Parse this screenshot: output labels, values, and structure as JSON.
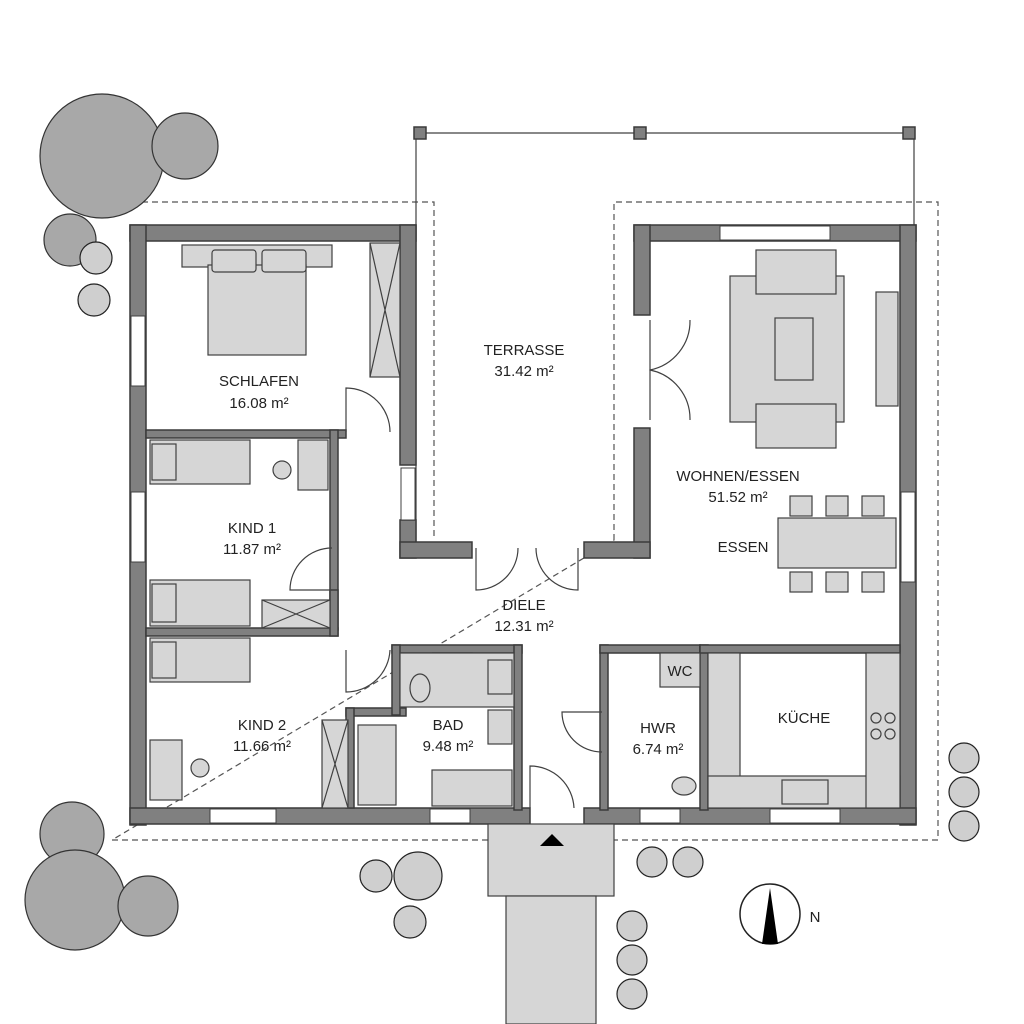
{
  "rooms": [
    {
      "name": "SCHLAFEN",
      "area": "16.08 m²"
    },
    {
      "name": "TERRASSE",
      "area": "31.42 m²"
    },
    {
      "name": "WOHNEN/ESSEN",
      "area": "51.52 m²"
    },
    {
      "name": "KIND 1",
      "area": "11.87 m²"
    },
    {
      "name": "DIELE",
      "area": "12.31 m²"
    },
    {
      "name": "KIND 2",
      "area": "11.66 m²"
    },
    {
      "name": "BAD",
      "area": "9.48 m²"
    },
    {
      "name": "HWR",
      "area": "6.74 m²"
    }
  ],
  "labels": {
    "essen": "ESSEN",
    "kueche": "KÜCHE",
    "wc": "WC",
    "north": "N"
  }
}
